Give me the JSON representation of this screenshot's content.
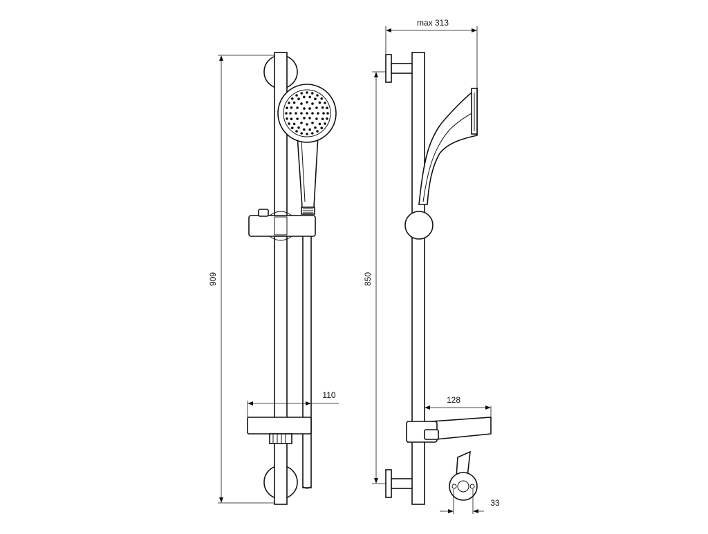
{
  "dimensions": {
    "total_height_label": "909",
    "mount_distance_label": "850",
    "max_projection_label": "max 313",
    "shelf_width_label": "110",
    "shelf_depth_label": "128",
    "bracket_diameter_label": "33"
  }
}
